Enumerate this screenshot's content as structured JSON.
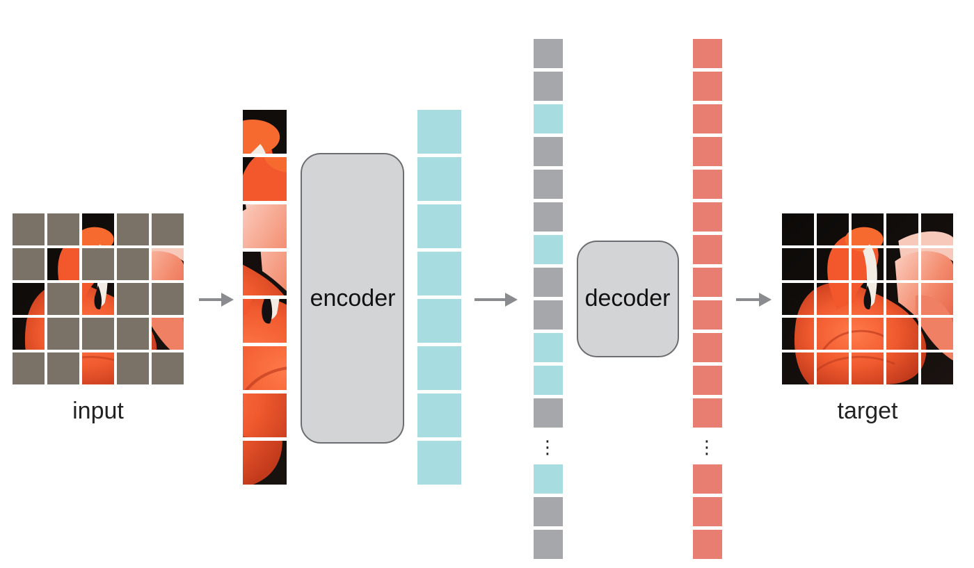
{
  "labels": {
    "input": "input",
    "encoder": "encoder",
    "decoder": "decoder",
    "target": "target",
    "ellipsis": "⋮"
  },
  "colors": {
    "mask_patch": "#7a7266",
    "visible_token": "#a7dde0",
    "mask_token": "#a6a7aa",
    "output_token": "#e87d72",
    "box_fill": "#d3d4d6",
    "box_stroke": "#6c6d70",
    "arrow": "#8a8b8e"
  },
  "input_grid": {
    "rows": 5,
    "cols": 5,
    "visible_cells": [
      [
        0,
        2
      ],
      [
        1,
        1
      ],
      [
        1,
        4
      ],
      [
        2,
        0
      ],
      [
        2,
        2
      ],
      [
        3,
        0
      ],
      [
        3,
        4
      ],
      [
        4,
        2
      ]
    ]
  },
  "visible_patches": {
    "count": 8,
    "icons": [
      "flamingo-patch-icon"
    ]
  },
  "encoded_tokens": {
    "count": 8,
    "type": "visible"
  },
  "full_token_sequence": {
    "top": [
      "mask",
      "mask",
      "visible",
      "mask",
      "mask",
      "mask",
      "visible",
      "mask",
      "mask",
      "visible",
      "visible",
      "mask"
    ],
    "bottom": [
      "visible",
      "mask",
      "mask"
    ]
  },
  "output_tokens": {
    "top_count": 12,
    "bottom_count": 3
  },
  "target_grid": {
    "rows": 5,
    "cols": 5,
    "icons": [
      "flamingo-image-icon"
    ]
  }
}
